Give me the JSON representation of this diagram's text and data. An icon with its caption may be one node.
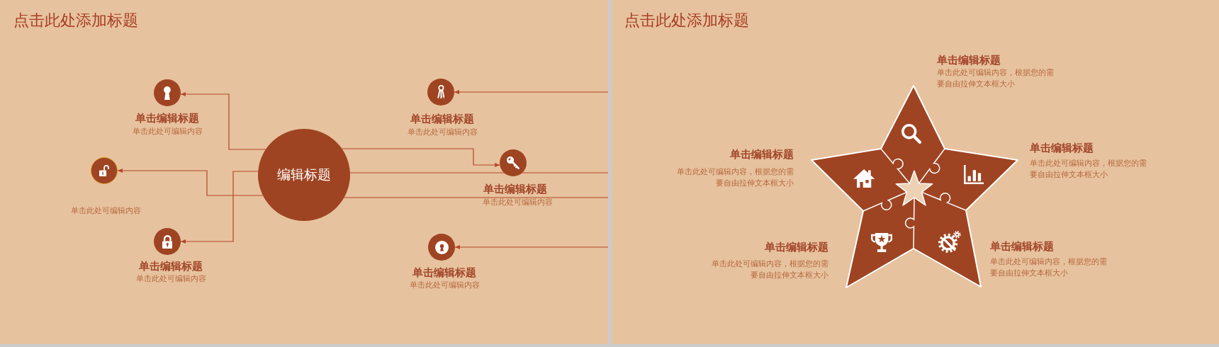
{
  "diagram": {
    "title": "点击此处添加标题",
    "nodes": [
      {
        "text": [
          "编辑标题"
        ]
      },
      {
        "text": [],
        "shape": "circle",
        "beside": [
          "单击编辑标题",
          "单击此处可编辑内容"
        ]
      },
      {
        "text": [],
        "shape": "circle",
        "beside": [
          "单击此处可编辑内容"
        ]
      },
      {
        "text": [],
        "shape": "circle",
        "beside": [
          "单击编辑标题",
          "单击此处可编辑内容"
        ]
      },
      {
        "text": [],
        "shape": "circle",
        "beside": [
          "单击编辑标题",
          "单击此处可编辑内容"
        ]
      },
      {
        "text": [],
        "shape": "circle",
        "beside": [
          "单击编辑标题",
          "单击此处可编辑内容"
        ]
      },
      {
        "text": [],
        "shape": "circle",
        "beside": [
          "单击编辑标题",
          "单击此处可编辑内容"
        ]
      }
    ],
    "edges": [
      {
        "from": 0,
        "to": 1,
        "arrow": "to"
      },
      {
        "from": 0,
        "to": 2,
        "arrow": "to"
      },
      {
        "from": 0,
        "to": 3,
        "arrow": "to"
      },
      {
        "from": null,
        "to": 4,
        "arrow": "to"
      },
      {
        "from": 0,
        "to": 5,
        "arrow": "to"
      },
      {
        "from": 0,
        "to": null,
        "arrow": "none"
      },
      {
        "from": 0,
        "to": null,
        "arrow": "none"
      },
      {
        "from": null,
        "to": 6,
        "arrow": "to"
      }
    ],
    "labels": [
      "点击此处添加标题",
      "单击编辑标题",
      "单击此处可编辑内容，根据您的需要自由拉伸文本框大小",
      "单击编辑标题",
      "单击此处可编辑内容，根据您的需要自由拉伸文本框大小",
      "单击编辑标题",
      "单击此处可编辑内容，根据您的需要自由拉伸文本框大小",
      "单击编辑标题",
      "单击此处可编辑内容，根据您的需要自由拉伸文本框大小",
      "单击编辑标题",
      "单击此处可编辑内容，根据您的需要自由拉伸文本框大小"
    ]
  }
}
